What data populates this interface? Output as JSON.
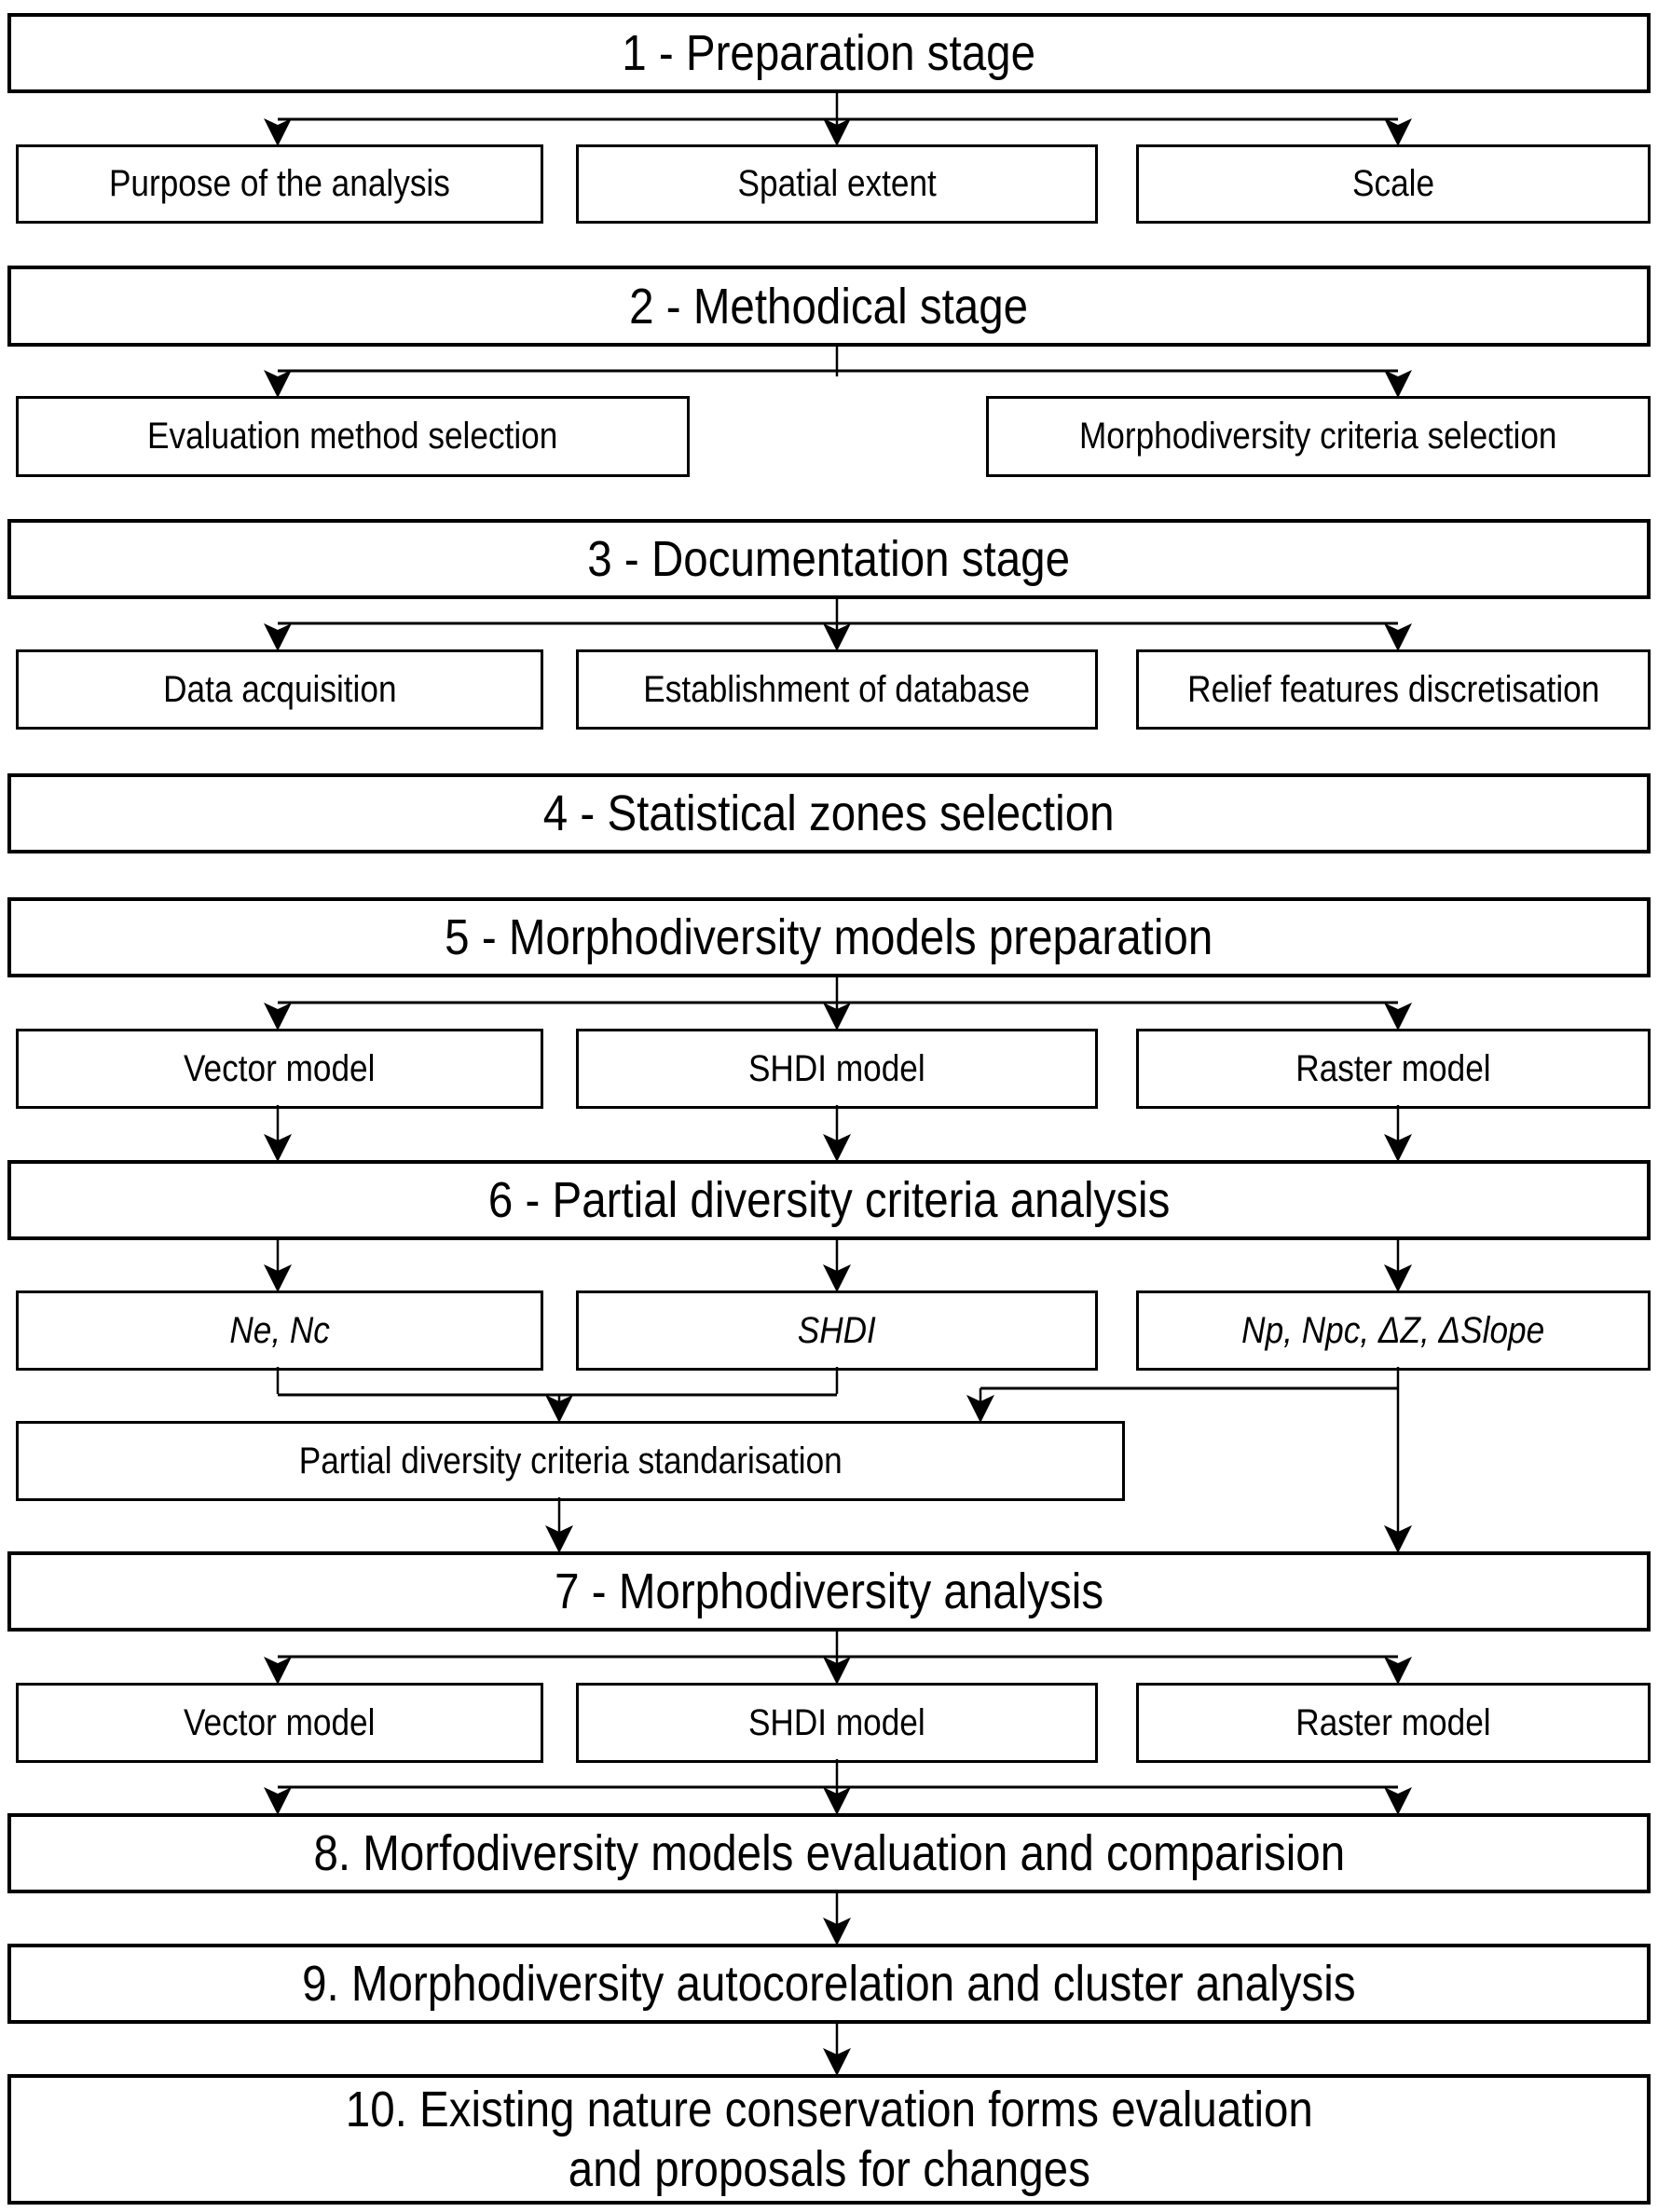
{
  "colors": {
    "ink": "#000000",
    "paper": "#ffffff"
  },
  "stages": [
    {
      "title": "1 - Preparation stage",
      "children": [
        "Purpose of the analysis",
        "Spatial extent",
        "Scale"
      ]
    },
    {
      "title": "2 - Methodical stage",
      "children": [
        "Evaluation method selection",
        "Morphodiversity criteria selection"
      ]
    },
    {
      "title": "3 - Documentation stage",
      "children": [
        "Data acquisition",
        "Establishment of database",
        "Relief features discretisation"
      ]
    },
    {
      "title": "4 - Statistical zones selection",
      "children": []
    },
    {
      "title": "5 - Morphodiversity models preparation",
      "children": [
        "Vector model",
        "SHDI model",
        "Raster model"
      ]
    },
    {
      "title": "6 - Partial diversity criteria analysis",
      "children": [
        "Ne, Nc",
        "SHDI",
        "Np, Npc, ΔZ, ΔSlope"
      ],
      "note": "Partial diversity criteria standarisation"
    },
    {
      "title": "7 - Morphodiversity analysis",
      "children": [
        "Vector model",
        "SHDI model",
        "Raster model"
      ]
    },
    {
      "title": "8. Morfodiversity models evaluation and comparision",
      "children": []
    },
    {
      "title": "9. Morphodiversity autocorelation and cluster analysis",
      "children": []
    },
    {
      "title": "10. Existing nature conservation forms evaluation",
      "title_line2": "and proposals for changes",
      "children": []
    }
  ]
}
